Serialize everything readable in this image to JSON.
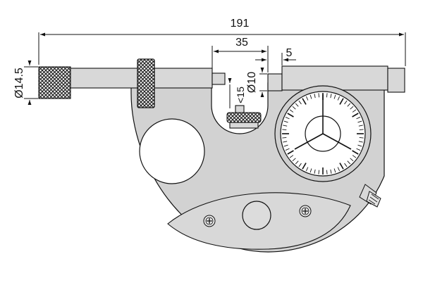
{
  "dimensions": {
    "overall_length": "191",
    "measuring_range": "35",
    "anvil_offset": "5",
    "spindle_diameter": "Ø14.5",
    "anvil_diameter": "Ø10",
    "anvil_retract": "<15"
  },
  "colors": {
    "body_fill": "#d2d2d2",
    "dial_face": "#ffffff",
    "line": "#111111"
  },
  "dial": {
    "tick_count": 60,
    "pointer_icon": "three-arm-pointer-icon"
  }
}
